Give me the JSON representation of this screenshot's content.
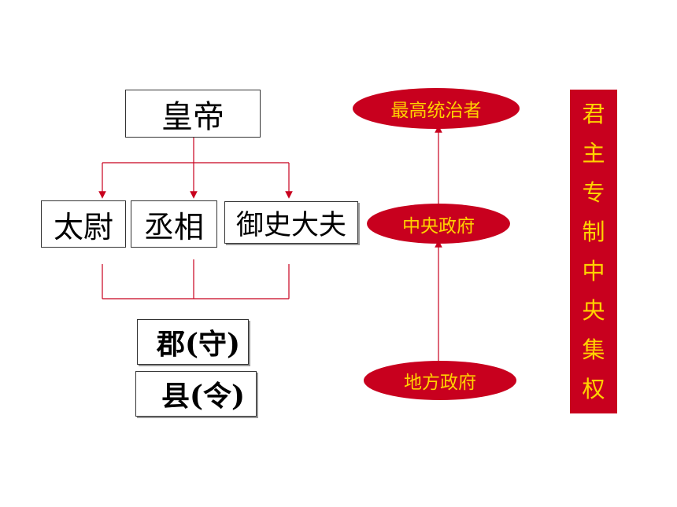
{
  "hierarchy": {
    "emperor": "皇帝",
    "ministers": [
      "太尉",
      "丞相",
      "御史大夫"
    ],
    "commandery": "郡(守)",
    "county": "县(令)"
  },
  "levels": {
    "top": "最高统治者",
    "central": "中央政府",
    "local": "地方政府"
  },
  "banner": {
    "chars": [
      "君",
      "主",
      "专",
      "制",
      "中",
      "央",
      "集",
      "权"
    ]
  },
  "colors": {
    "accent": "#c8001e",
    "accent_text": "#ffd200",
    "line": "#c8001e"
  }
}
